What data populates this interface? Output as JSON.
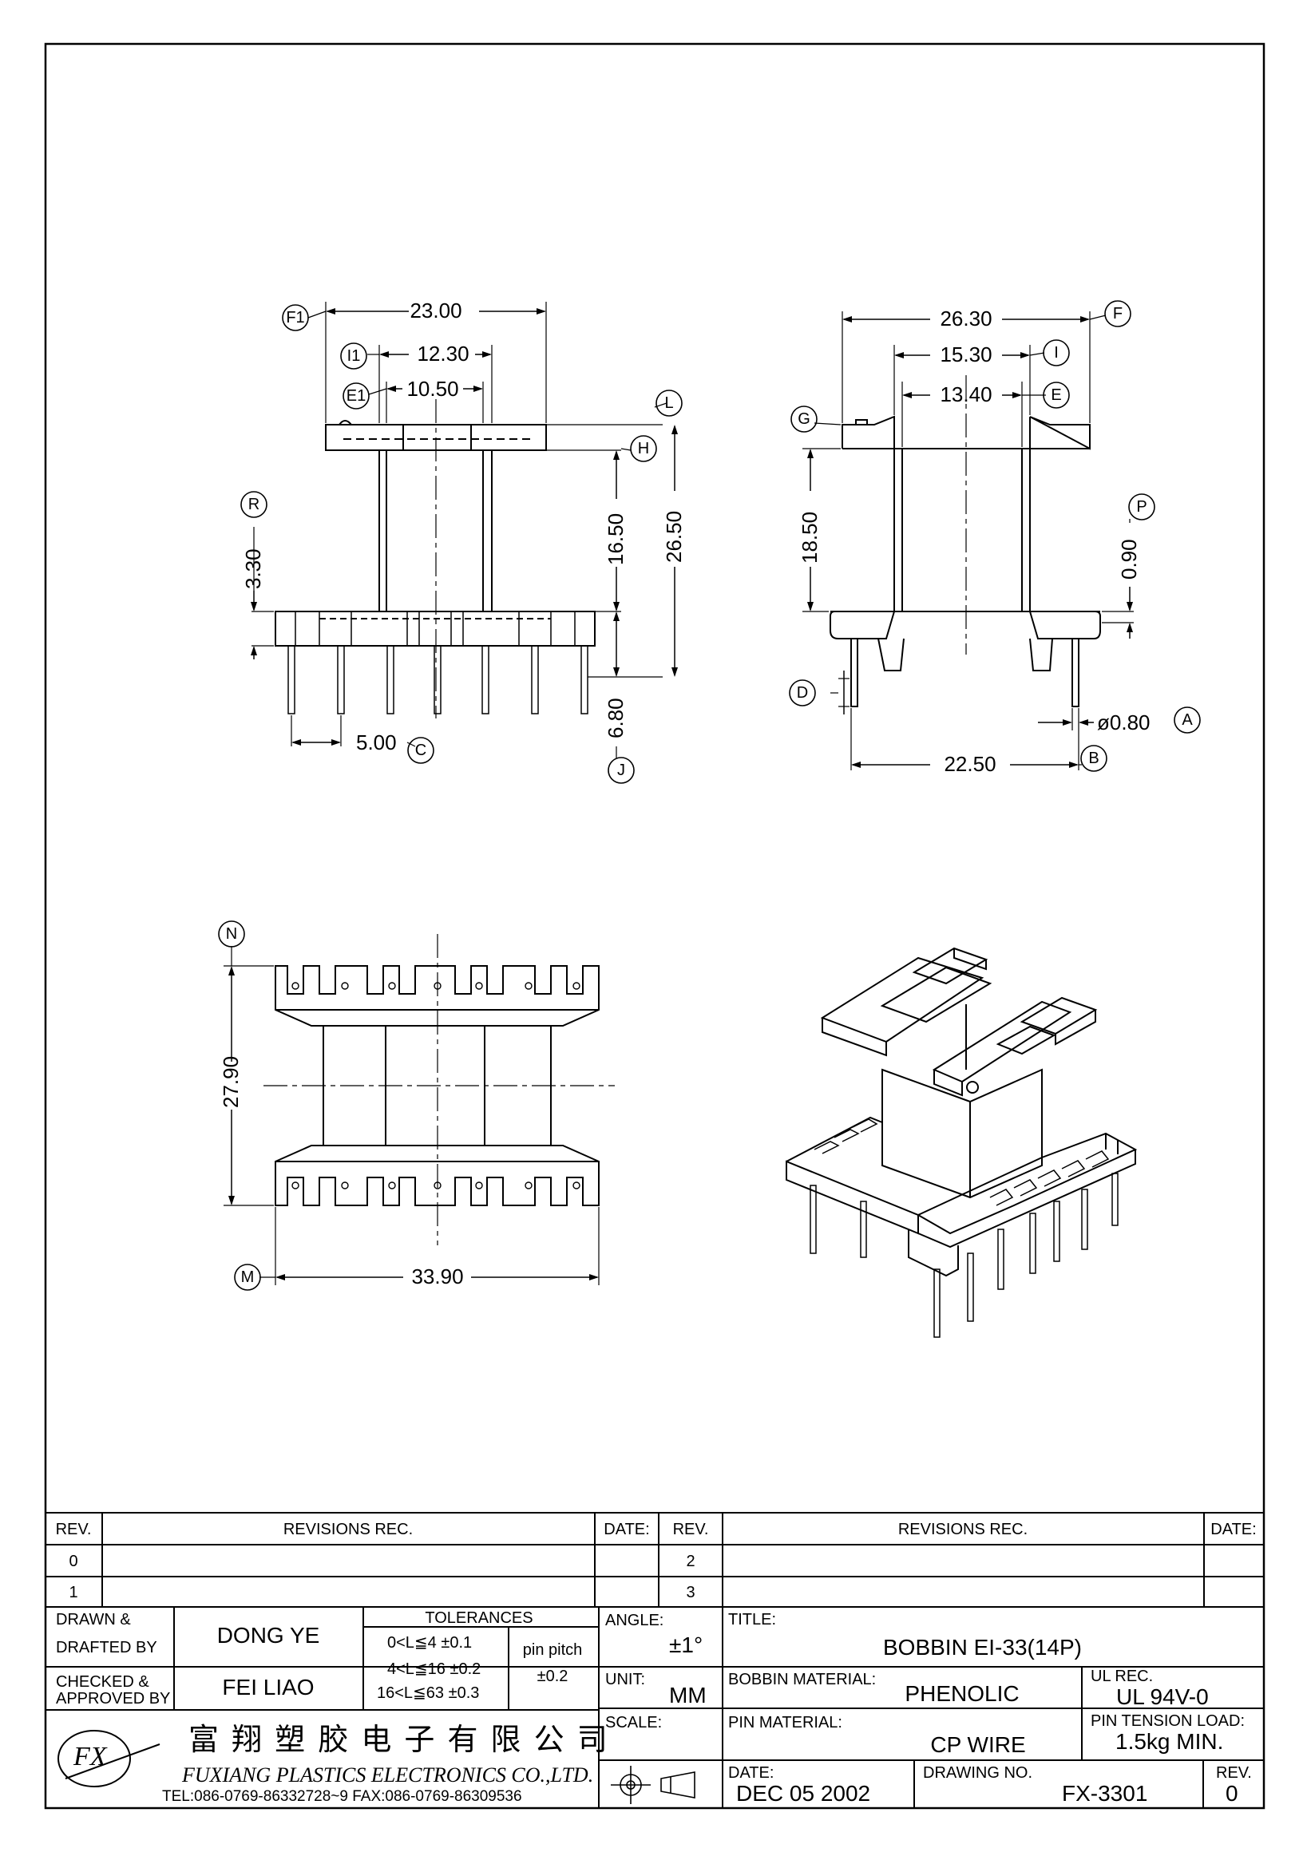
{
  "front_view": {
    "dims": {
      "f1_width": "23.00",
      "i1_width": "12.30",
      "e1_width": "10.50",
      "h_height": "16.50",
      "l_height": "26.50",
      "r_height": "3.30",
      "j_height": "6.80",
      "c_pitch": "5.00"
    },
    "markers": {
      "f1": "F1",
      "i1": "I1",
      "e1": "E1",
      "l": "L",
      "h": "H",
      "r": "R",
      "j": "J",
      "c": "C"
    }
  },
  "side_view": {
    "dims": {
      "f_width": "26.30",
      "i_width": "15.30",
      "e_width": "13.40",
      "g_height": "18.50",
      "p_height": "0.90",
      "a_dia": "ø0.80",
      "b_width": "22.50"
    },
    "markers": {
      "f": "F",
      "i": "I",
      "e": "E",
      "g": "G",
      "p": "P",
      "d": "D",
      "a": "A",
      "b": "B"
    }
  },
  "bottom_view": {
    "dims": {
      "n_height": "27.90",
      "m_width": "33.90"
    },
    "markers": {
      "n": "N",
      "m": "M"
    }
  },
  "revisions": {
    "headers": {
      "rev": "REV.",
      "rec": "REVISIONS  REC.",
      "date": "DATE:"
    },
    "left_rows": [
      "0",
      "1"
    ],
    "right_rows": [
      "2",
      "3"
    ]
  },
  "title_block": {
    "drawn_label_1": "DRAWN &",
    "drawn_label_2": "DRAFTED BY",
    "drawn_value": "DONG YE",
    "checked_label_1": "CHECKED &",
    "checked_label_2": "APPROVED BY",
    "checked_value": "FEI LIAO",
    "tolerances_label": "TOLERANCES",
    "tol_rows": [
      "0<L≦4   ±0.1",
      "4<L≦16  ±0.2",
      "16<L≦63  ±0.3"
    ],
    "pin_pitch_label": "pin pitch",
    "pin_pitch_value": "±0.2",
    "angle_label": "ANGLE:",
    "angle_value": "±1°",
    "unit_label": "UNIT:",
    "unit_value": "MM",
    "scale_label": "SCALE:",
    "title_label": "TITLE:",
    "title_value": "BOBBIN EI-33(14P)",
    "bobbin_material_label": "BOBBIN MATERIAL:",
    "bobbin_material_value": "PHENOLIC",
    "ul_rec_label": "UL REC.",
    "ul_rec_value": "UL 94V-0",
    "pin_material_label": "PIN MATERIAL:",
    "pin_material_value": "CP WIRE",
    "pin_tension_label": "PIN TENSION LOAD:",
    "pin_tension_value": "1.5kg MIN.",
    "date_label": "DATE:",
    "date_value": "DEC 05 2002",
    "drawing_no_label": "DRAWING NO.",
    "drawing_no_value": "FX-3301",
    "rev_label": "REV.",
    "rev_value": "0"
  },
  "company": {
    "logo_text": "FX",
    "name_cn": "富 翔 塑 胶 电 子 有 限 公 司",
    "name_en": "FUXIANG PLASTICS ELECTRONICS CO.,LTD.",
    "contact": "TEL:086-0769-86332728~9   FAX:086-0769-86309536"
  }
}
